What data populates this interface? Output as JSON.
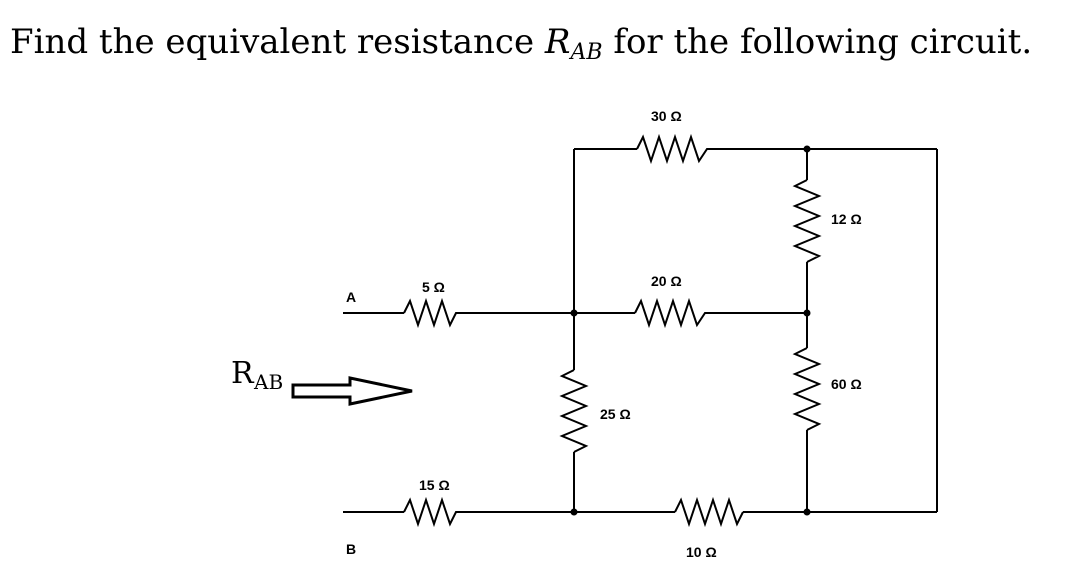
{
  "question": {
    "prefix": "Find the equivalent resistance ",
    "var_main": "R",
    "var_sub": "AB",
    "suffix": " for the following circuit."
  },
  "diagram": {
    "terminals": {
      "a": "A",
      "b": "B"
    },
    "rab": {
      "main": "R",
      "sub": "AB"
    },
    "resistors": {
      "r5": "5 Ω",
      "r15": "15 Ω",
      "r30": "30 Ω",
      "r20": "20 Ω",
      "r25": "25 Ω",
      "r12": "12 Ω",
      "r60": "60 Ω",
      "r10": "10 Ω"
    }
  }
}
